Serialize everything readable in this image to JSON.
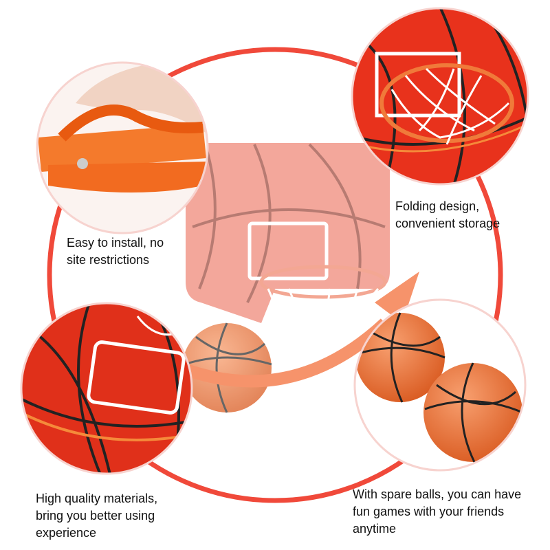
{
  "features": [
    {
      "id": "install",
      "lines": [
        "Easy to install, no",
        "site restrictions"
      ]
    },
    {
      "id": "folding",
      "lines": [
        "Folding design,",
        "convenient storage"
      ]
    },
    {
      "id": "materials",
      "lines": [
        "High quality materials,",
        "bring you better using",
        "experience"
      ]
    },
    {
      "id": "balls",
      "lines": [
        "With spare balls, you can have",
        "fun games with your friends",
        "anytime"
      ]
    }
  ],
  "colors": {
    "ring": "#f0493a",
    "board": "#e8321c",
    "ball": "#f07a3c",
    "circle_border": "#f7d3cf"
  }
}
